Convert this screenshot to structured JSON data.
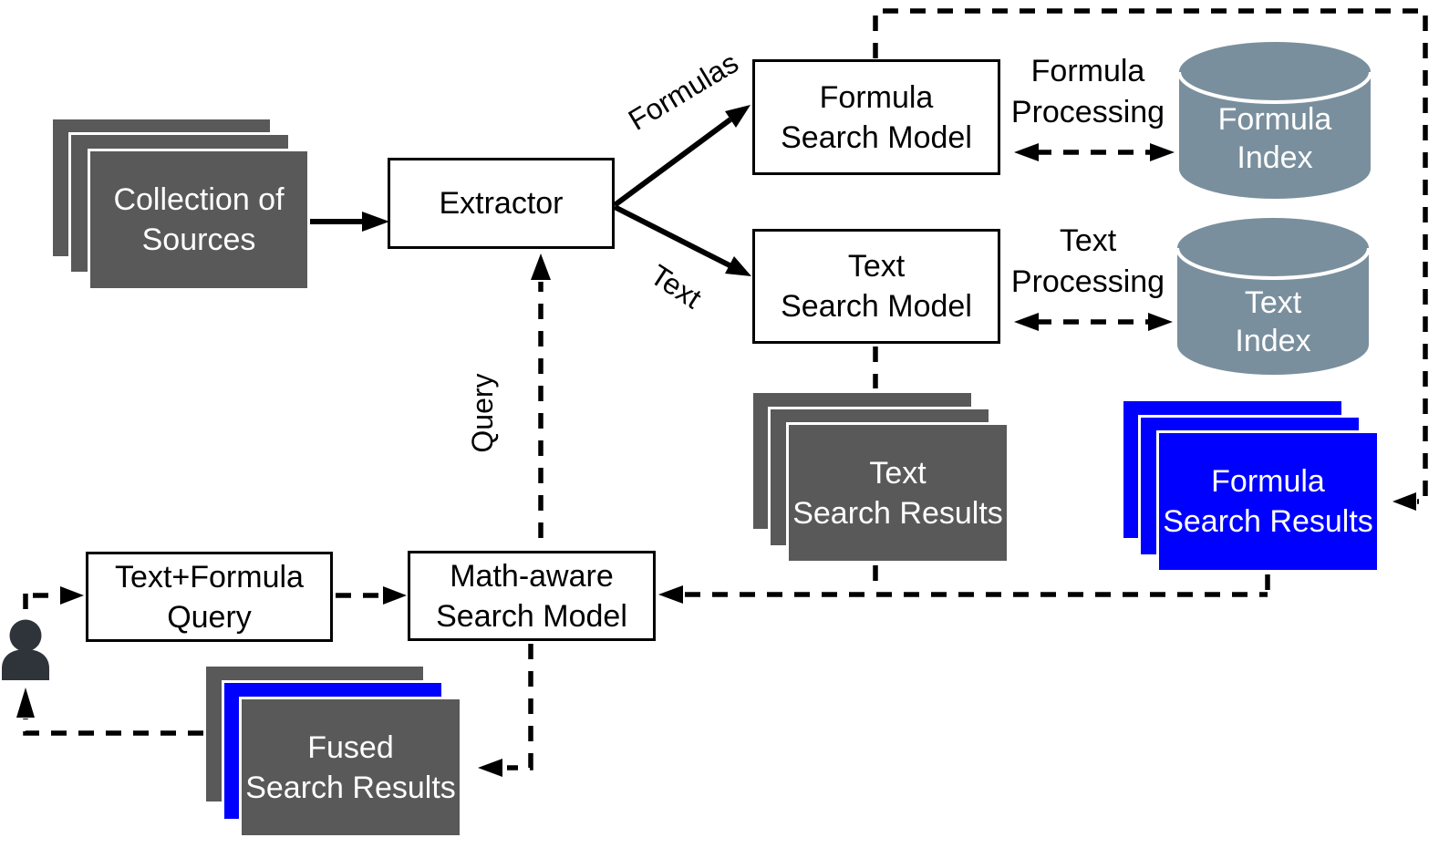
{
  "colors": {
    "box_gray": "#595959",
    "box_blue": "#0000FF",
    "cylinder_fill": "#7A8F9D",
    "person_fill": "#2E343A",
    "line_black": "#000000",
    "text_white": "#FFFFFF"
  },
  "nodes": {
    "collection_of_sources": {
      "lines": [
        "Collection of",
        "Sources"
      ]
    },
    "extractor": {
      "lines": [
        "Extractor"
      ]
    },
    "formula_search_model": {
      "lines": [
        "Formula",
        "Search Model"
      ]
    },
    "text_search_model": {
      "lines": [
        "Text",
        "Search Model"
      ]
    },
    "formula_index": {
      "lines": [
        "Formula",
        "Index"
      ]
    },
    "text_index": {
      "lines": [
        "Text",
        "Index"
      ]
    },
    "text_search_results": {
      "lines": [
        "Text",
        "Search Results"
      ]
    },
    "formula_search_results": {
      "lines": [
        "Formula",
        "Search Results"
      ]
    },
    "text_formula_query": {
      "lines": [
        "Text+Formula",
        "Query"
      ]
    },
    "math_aware_search_model": {
      "lines": [
        "Math-aware",
        "Search Model"
      ]
    },
    "fused_search_results": {
      "lines": [
        "Fused",
        "Search Results"
      ]
    }
  },
  "edge_labels": {
    "formulas": "Formulas",
    "text": "Text",
    "query": "Query",
    "formula_processing": {
      "lines": [
        "Formula",
        "Processing"
      ]
    },
    "text_processing": {
      "lines": [
        "Text",
        "Processing"
      ]
    }
  }
}
